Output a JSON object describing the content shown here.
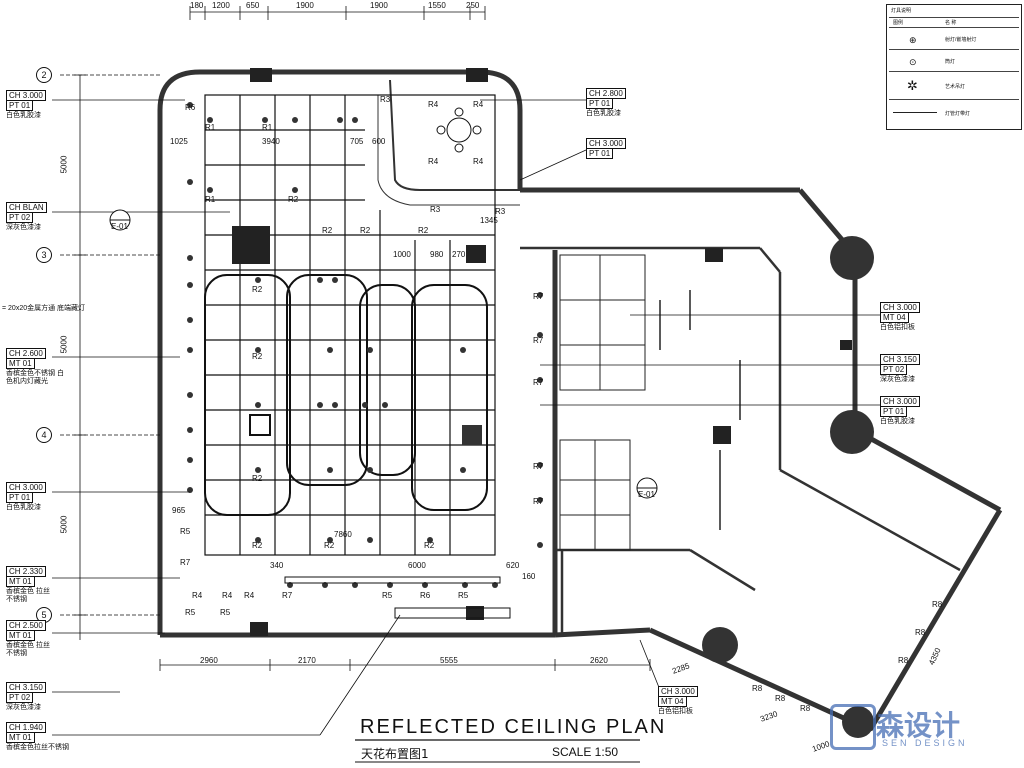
{
  "title": "REFLECTED CEILING PLAN",
  "subtitle": "天花布置图1",
  "scale": "SCALE   1:50",
  "top_dims": [
    "180",
    "1200",
    "650",
    "1900",
    "1900",
    "1550",
    "250"
  ],
  "bottom_dims": [
    "2960",
    "2170",
    "5555",
    "2620"
  ],
  "left_dims": [
    "5000",
    "5000",
    "5000"
  ],
  "grid_markers": [
    "2",
    "3",
    "4",
    "5"
  ],
  "tags": [
    {
      "code": "CH 3.000",
      "mat": "PT  01",
      "note": "白色乳胶漆"
    },
    {
      "code": "CH BLAN",
      "mat": "PT  02",
      "note": "深灰色漆漆"
    },
    {
      "code": "CH 2.600",
      "mat": "MT  01",
      "note": "香槟金色不锈钢 白色机内灯藏光"
    },
    {
      "code": "CH 3.000",
      "mat": "PT  01",
      "note": "白色乳胶漆"
    },
    {
      "code": "CH 2.330",
      "mat": "MT  01",
      "note": "香槟金色 拉丝不锈钢"
    },
    {
      "code": "CH 2.500",
      "mat": "MT  01",
      "note": "香槟金色 拉丝不锈钢"
    },
    {
      "code": "CH 3.150",
      "mat": "PT  02",
      "note": "深灰色漆漆"
    },
    {
      "code": "CH 1.940",
      "mat": "MT  01",
      "note": "香槟金色拉丝不锈钢"
    }
  ],
  "right_tags": [
    {
      "code": "CH 2.800",
      "mat": "PT  01",
      "note": "白色乳胶漆"
    },
    {
      "code": "CH 3.000",
      "mat": "PT  01",
      "note": ""
    },
    {
      "code": "CH 3.000",
      "mat": "MT  04",
      "note": "白色铝扣板"
    },
    {
      "code": "CH 3.150",
      "mat": "PT  02",
      "note": "深灰色漆漆"
    },
    {
      "code": "CH 3.000",
      "mat": "PT  01",
      "note": "白色乳胶漆"
    },
    {
      "code": "CH 3.000",
      "mat": "MT  04",
      "note": "白色铝扣板"
    }
  ],
  "grid_note": "= 20x20金属方通 底端藏灯",
  "legend": {
    "title": "灯具说明",
    "header": [
      "图例",
      "名 称"
    ],
    "items": [
      "射灯/嵌墙射灯",
      "筒灯",
      "艺术吊灯",
      "灯管灯带灯"
    ]
  },
  "labels": {
    "light_codes": [
      "R1",
      "R2",
      "R3",
      "R4",
      "R5",
      "R6",
      "R7",
      "R8"
    ],
    "sections": [
      "E-01",
      "E-01"
    ],
    "inner_dims": [
      "1025",
      "3940",
      "705",
      "600",
      "1000",
      "980",
      "270",
      "1345",
      "965",
      "7860",
      "340",
      "6000",
      "620",
      "160",
      "4350",
      "3230",
      "2285",
      "1000"
    ]
  },
  "watermark": {
    "big": "森设计",
    "small": "SEN DESIGN"
  }
}
